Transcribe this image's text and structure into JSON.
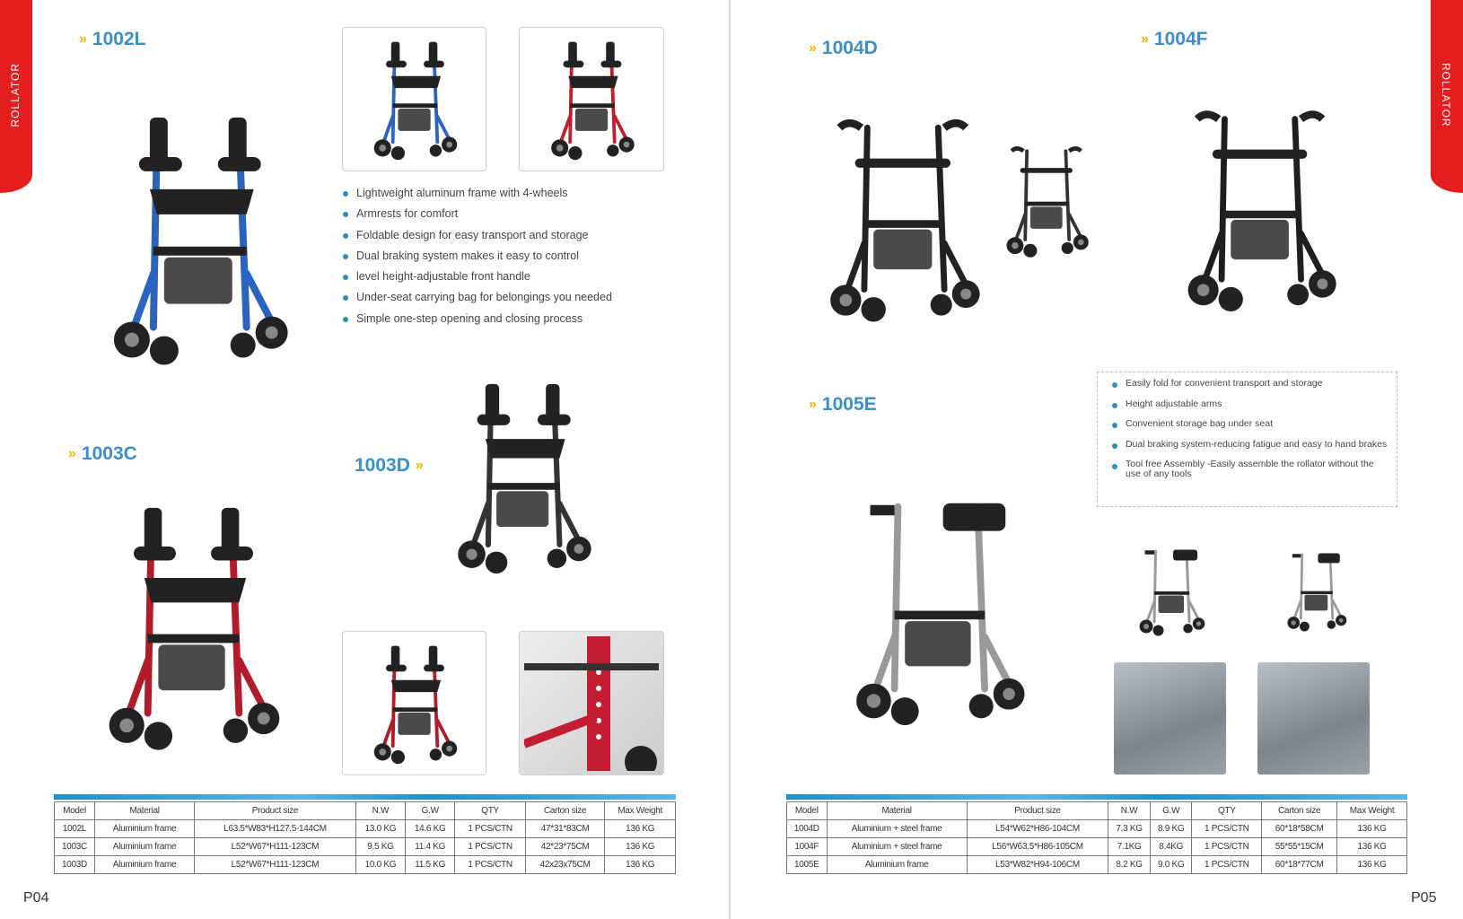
{
  "section_tab": "ROLLATOR",
  "left_page": {
    "page_number": "P04",
    "models": {
      "m1002L": "1002L",
      "m1003C": "1003C",
      "m1003D": "1003D"
    },
    "features": [
      "Lightweight aluminum frame with 4-wheels",
      "Armrests for comfort",
      "Foldable design for easy transport and storage",
      "Dual braking system makes it easy to control",
      "level height-adjustable front handle",
      "Under-seat carrying bag for belongings you needed",
      "Simple one-step opening and closing process"
    ],
    "table": {
      "headers": [
        "Model",
        "Material",
        "Product size",
        "N.W",
        "G.W",
        "QTY",
        "Carton size",
        "Max Weight"
      ],
      "rows": [
        [
          "1002L",
          "Aluminium frame",
          "L63.5*W83*H127.5-144CM",
          "13.0 KG",
          "14.6 KG",
          "1 PCS/CTN",
          "47*31*83CM",
          "136 KG"
        ],
        [
          "1003C",
          "Aluminium frame",
          "L52*W67*H111-123CM",
          "9.5 KG",
          "11.4 KG",
          "1 PCS/CTN",
          "42*23*75CM",
          "136 KG"
        ],
        [
          "1003D",
          "Aluminium frame",
          "L52*W67*H111-123CM",
          "10.0 KG",
          "11.5 KG",
          "1 PCS/CTN",
          "42x23x75CM",
          "136 KG"
        ]
      ]
    }
  },
  "right_page": {
    "page_number": "P05",
    "models": {
      "m1004D": "1004D",
      "m1004F": "1004F",
      "m1005E": "1005E"
    },
    "features": [
      "Easily fold for convenient transport and storage",
      "Height adjustable arms",
      "Convenient storage bag under seat",
      "Dual braking system-reducing fatigue and easy to hand brakes",
      "Tool free Assembly -Easily assemble the rollator without the use of any tools"
    ],
    "table": {
      "headers": [
        "Model",
        "Material",
        "Product size",
        "N.W",
        "G.W",
        "QTY",
        "Carton size",
        "Max Weight"
      ],
      "rows": [
        [
          "1004D",
          "Aluminium + steel frame",
          "L54*W62*H86-104CM",
          "7.3 KG",
          "8.9 KG",
          "1 PCS/CTN",
          "60*18*58CM",
          "136 KG"
        ],
        [
          "1004F",
          "Aluminium + steel frame",
          "L56*W63.5*H86-105CM",
          "7.1KG",
          "8.4KG",
          "1 PCS/CTN",
          "55*55*15CM",
          "136 KG"
        ],
        [
          "1005E",
          "Aluminium frame",
          "L53*W82*H94-106CM",
          "8.2 KG",
          "9.0 KG",
          "1 PCS/CTN",
          "60*18*77CM",
          "136 KG"
        ]
      ]
    }
  },
  "colors": {
    "accent": "#3a8fc8",
    "tab": "#e41e1e",
    "chevron": "#f0b400"
  }
}
